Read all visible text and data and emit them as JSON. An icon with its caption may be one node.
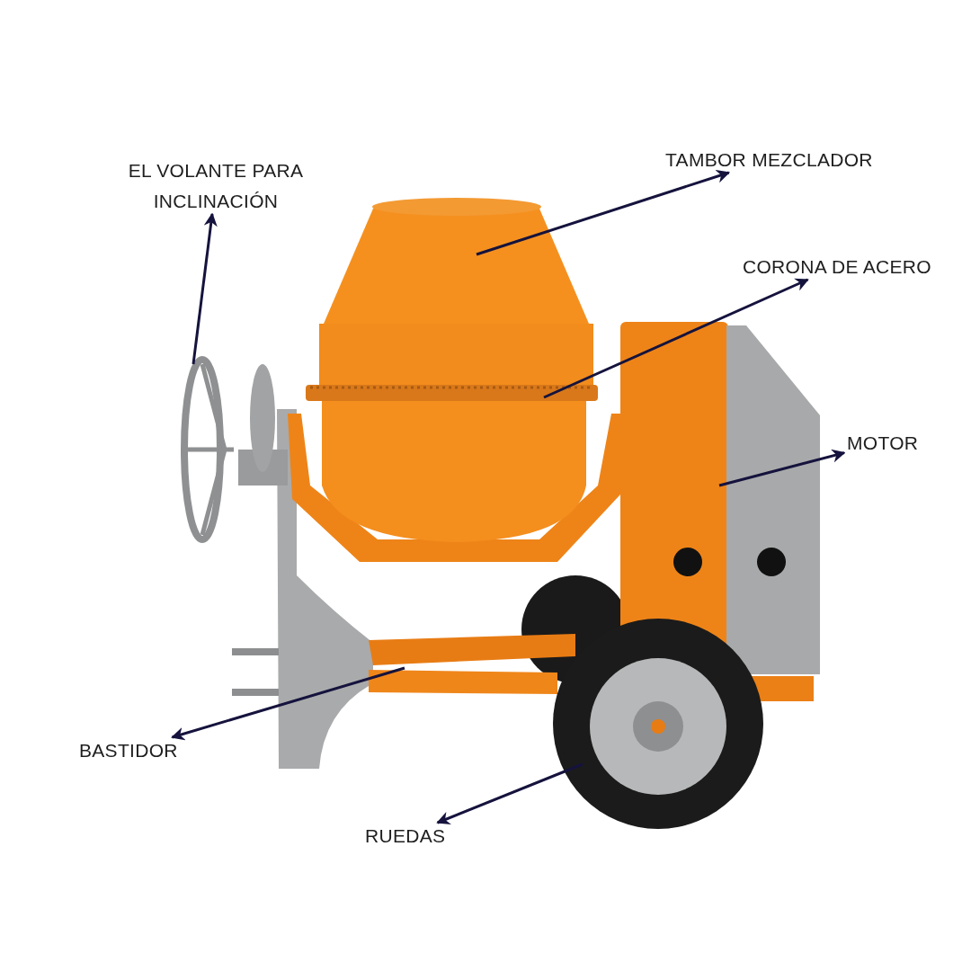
{
  "diagram": {
    "nodes": [
      {
        "text": [
          "EL VOLANTE PARA INCLINACIÓN"
        ]
      },
      {
        "text": [
          "TAMBOR MEZCLADOR"
        ]
      },
      {
        "text": [
          "CORONA DE ACERO"
        ]
      },
      {
        "text": [
          "MOTOR"
        ]
      },
      {
        "text": [
          "BASTIDOR"
        ]
      },
      {
        "text": [
          "RUEDAS"
        ]
      }
    ],
    "edges": [
      {
        "from": null,
        "to": 0,
        "arrow": "to"
      },
      {
        "from": null,
        "to": 1,
        "arrow": "to"
      },
      {
        "from": null,
        "to": 2,
        "arrow": "to"
      },
      {
        "from": null,
        "to": 3,
        "arrow": "to"
      },
      {
        "from": null,
        "to": 4,
        "arrow": "to"
      },
      {
        "from": null,
        "to": 5,
        "arrow": "to"
      }
    ]
  }
}
